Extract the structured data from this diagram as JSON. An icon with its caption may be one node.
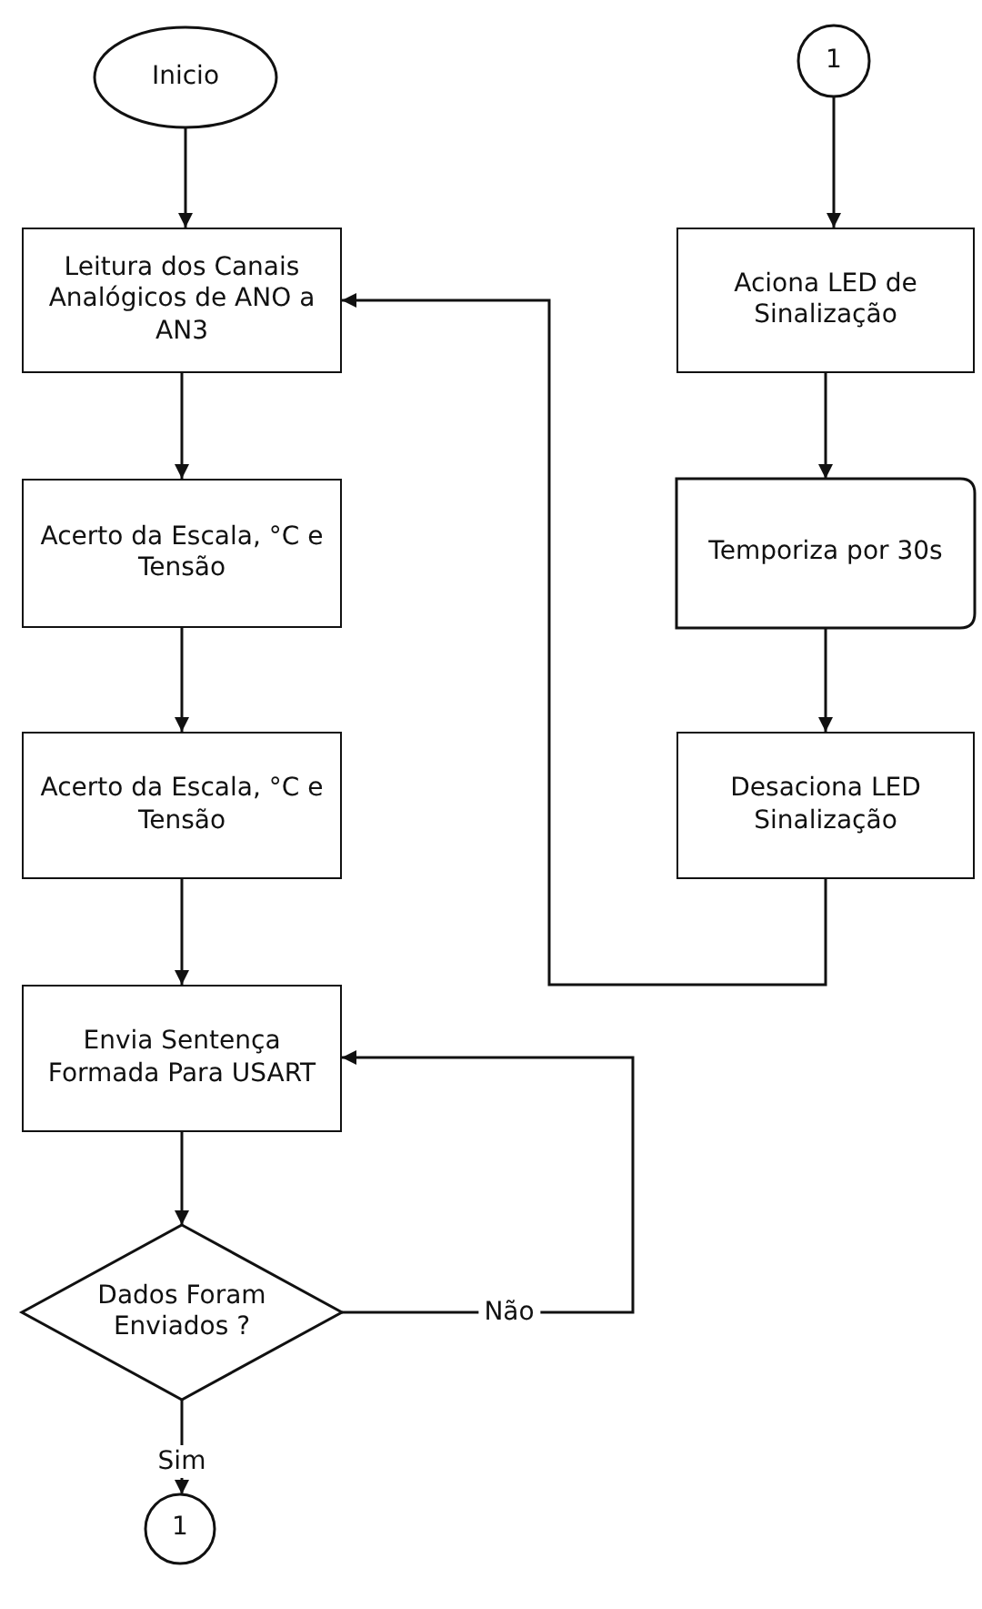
{
  "diagram": {
    "nodes": [
      {
        "text": [
          "Inicio"
        ]
      },
      {
        "text": [
          "Leitura dos Canais Analógicos de ANO a AN3"
        ]
      },
      {
        "text": [
          "Acerto da Escala, °C e Tensão"
        ]
      },
      {
        "text": [
          "Acerto da Escala, °C e Tensão"
        ]
      },
      {
        "text": [
          "Envia Sentença Formada Para USART"
        ]
      },
      {
        "text": [
          "Dados Foram Enviados ?"
        ]
      },
      {
        "text": [
          "1"
        ]
      },
      {
        "text": [
          "1"
        ]
      },
      {
        "text": [
          "Aciona LED de Sinalização"
        ]
      },
      {
        "text": [
          "Temporiza por 30s"
        ]
      },
      {
        "text": [
          "Desaciona LED Sinalização"
        ]
      }
    ],
    "edges": [
      {
        "from": 0,
        "to": 1,
        "arrow": "to"
      },
      {
        "from": 1,
        "to": 2,
        "arrow": "to"
      },
      {
        "from": 2,
        "to": 3,
        "arrow": "to"
      },
      {
        "from": 3,
        "to": 4,
        "arrow": "to"
      },
      {
        "from": 4,
        "to": 5,
        "arrow": "to"
      },
      {
        "from": 5,
        "to": 6,
        "arrow": "to",
        "label": "Sim"
      },
      {
        "from": 5,
        "to": 4,
        "arrow": "to",
        "label": "Não"
      },
      {
        "from": 7,
        "to": 8,
        "arrow": "to"
      },
      {
        "from": 8,
        "to": 9,
        "arrow": "to"
      },
      {
        "from": 9,
        "to": 10,
        "arrow": "to"
      },
      {
        "from": 10,
        "to": 1,
        "arrow": "to"
      }
    ]
  }
}
